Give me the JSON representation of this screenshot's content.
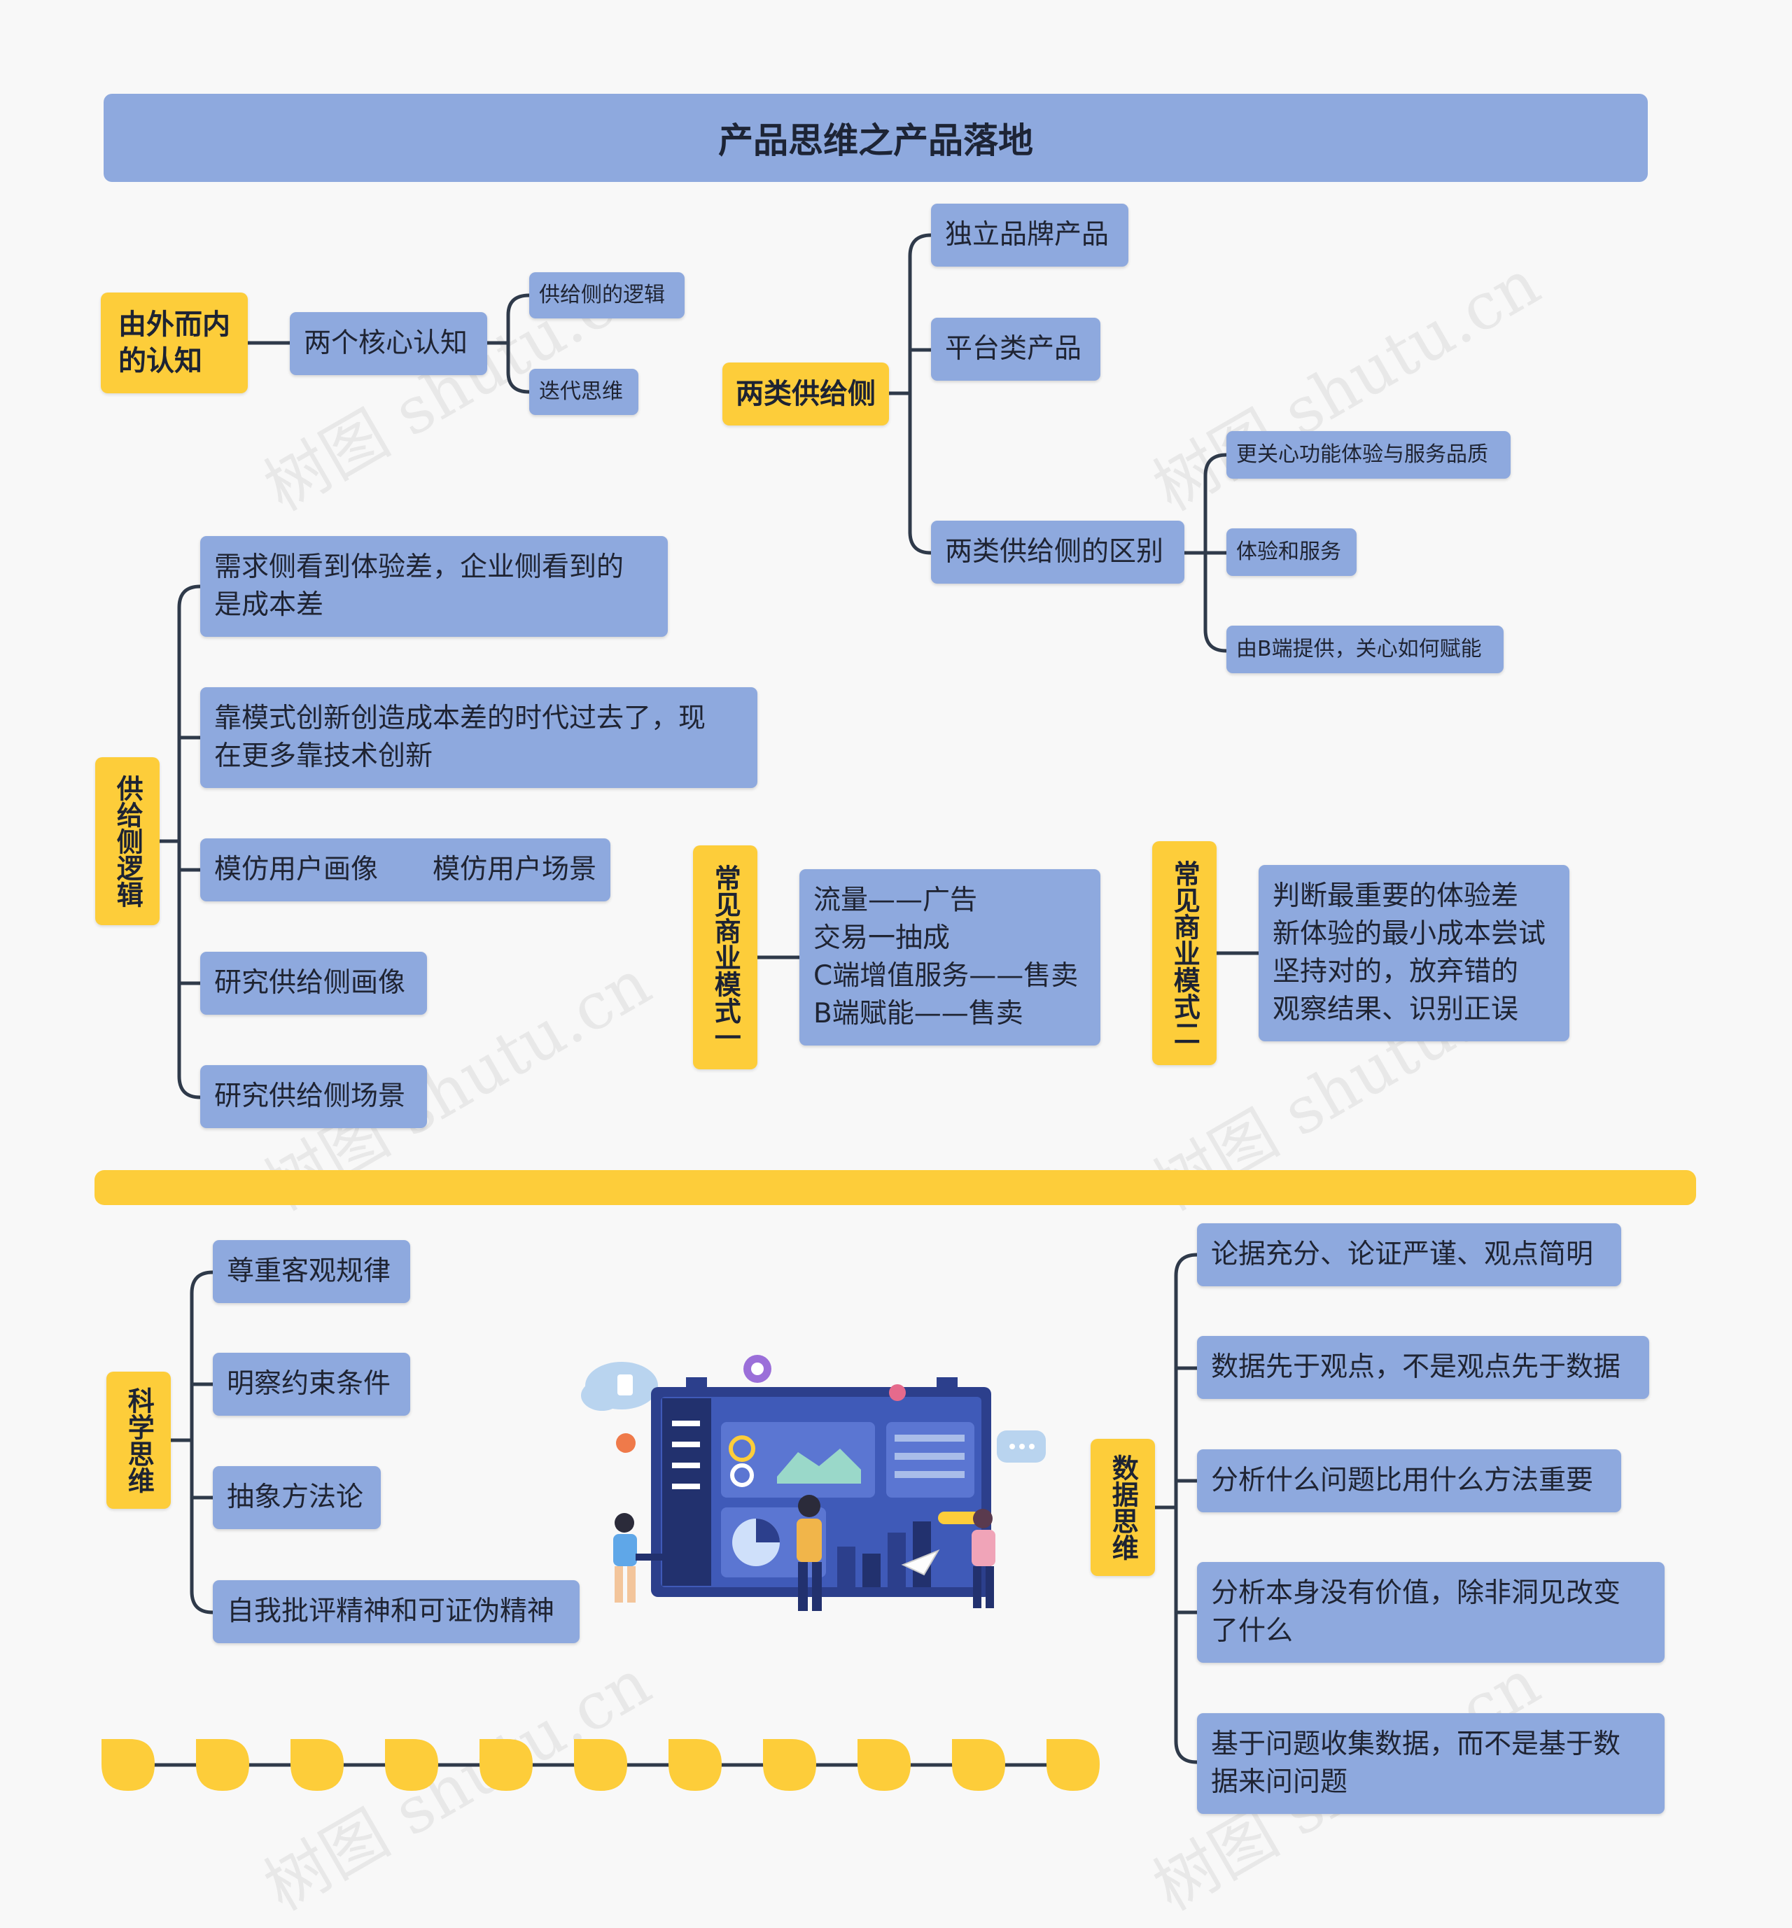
{
  "title": "产品思维之产品落地",
  "section_outer": {
    "label": "由外而内\n的认知",
    "core": "两个核心认知",
    "children": [
      "供给侧的逻辑",
      "迭代思维"
    ]
  },
  "section_supply_types": {
    "label": "两类供给侧",
    "items": [
      "独立品牌产品",
      "平台类产品",
      "两类供给侧的区别"
    ],
    "diff_children": [
      "更关心功能体验与服务品质",
      "体验和服务",
      "由B端提供，关心如何赋能"
    ]
  },
  "section_supply_logic": {
    "label": "供给侧逻辑",
    "items": [
      "需求侧看到体验差，企业侧看到的\n是成本差",
      "靠模式创新创造成本差的时代过去了，现\n在更多靠技术创新",
      "模仿用户画像　　模仿用户场景",
      "研究供给侧画像",
      "研究供给侧场景"
    ]
  },
  "section_model_1": {
    "label": "常见商业模式一",
    "text": "流量——广告\n交易一抽成\nC端增值服务——售卖\nB端赋能——售卖"
  },
  "section_model_2": {
    "label": "常见商业模式二",
    "text": "判断最重要的体验差\n新体验的最小成本尝试\n坚持对的，放弃错的\n观察结果、识别正误"
  },
  "section_science": {
    "label": "科学思维",
    "items": [
      "尊重客观规律",
      "明察约束条件",
      "抽象方法论",
      "自我批评精神和可证伪精神"
    ]
  },
  "section_data": {
    "label": "数据思维",
    "items": [
      "论据充分、论证严谨、观点简明",
      "数据先于观点，不是观点先于数据",
      "分析什么问题比用什么方法重要",
      "分析本身没有价值，除非洞见改变\n了什么",
      "基于问题收集数据，而不是基于数\n据来问问题"
    ]
  },
  "watermark": "树图 shutu.cn",
  "colors": {
    "accent_blue": "#8ea9de",
    "accent_yellow": "#fdcd3a",
    "line": "#2f3a4a"
  }
}
